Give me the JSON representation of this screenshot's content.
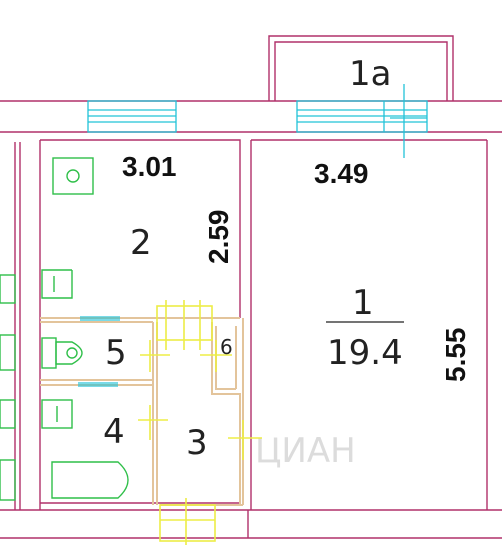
{
  "plan": {
    "dimensions": {
      "kitchen_width": "3.01",
      "kitchen_depth": "2.59",
      "room_width": "3.49",
      "room_depth": "5.55"
    },
    "rooms": {
      "balcony": "1а",
      "room1_number": "1",
      "room1_area": "19.4",
      "kitchen": "2",
      "hall": "3",
      "bathroom": "4",
      "toilet": "5",
      "closet": "6"
    },
    "watermark": "ЦИАН"
  },
  "colors": {
    "wall": "#b0306a",
    "partition": "#e3c49b",
    "window": "#22c3d8",
    "door": "#eded46",
    "fixture": "#2fbf49"
  }
}
